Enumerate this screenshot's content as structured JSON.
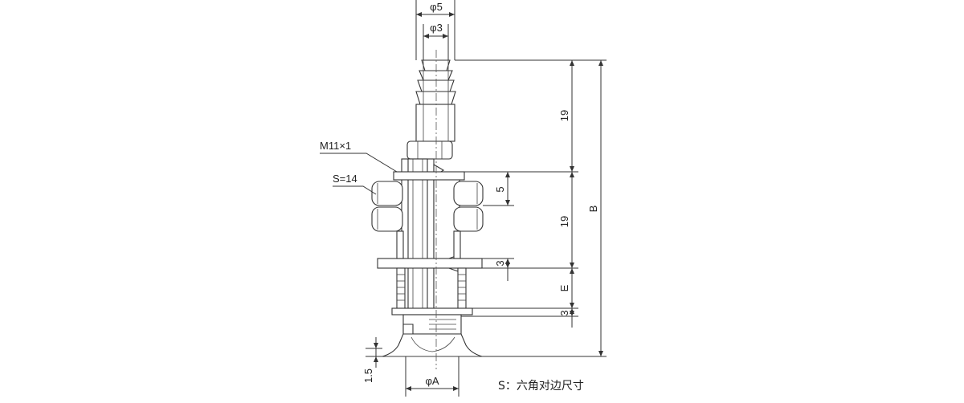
{
  "dimensions": {
    "phi5": "φ5",
    "phi3": "φ3",
    "thread": "M11×1",
    "hex": "S=14",
    "d19_top": "19",
    "d5": "5",
    "d19_mid": "19",
    "d3_a": "3",
    "dE": "E",
    "d3_b": "3",
    "dB": "B",
    "d1_5": "1.5",
    "phiA": "φA"
  },
  "note": "S：六角对边尺寸"
}
